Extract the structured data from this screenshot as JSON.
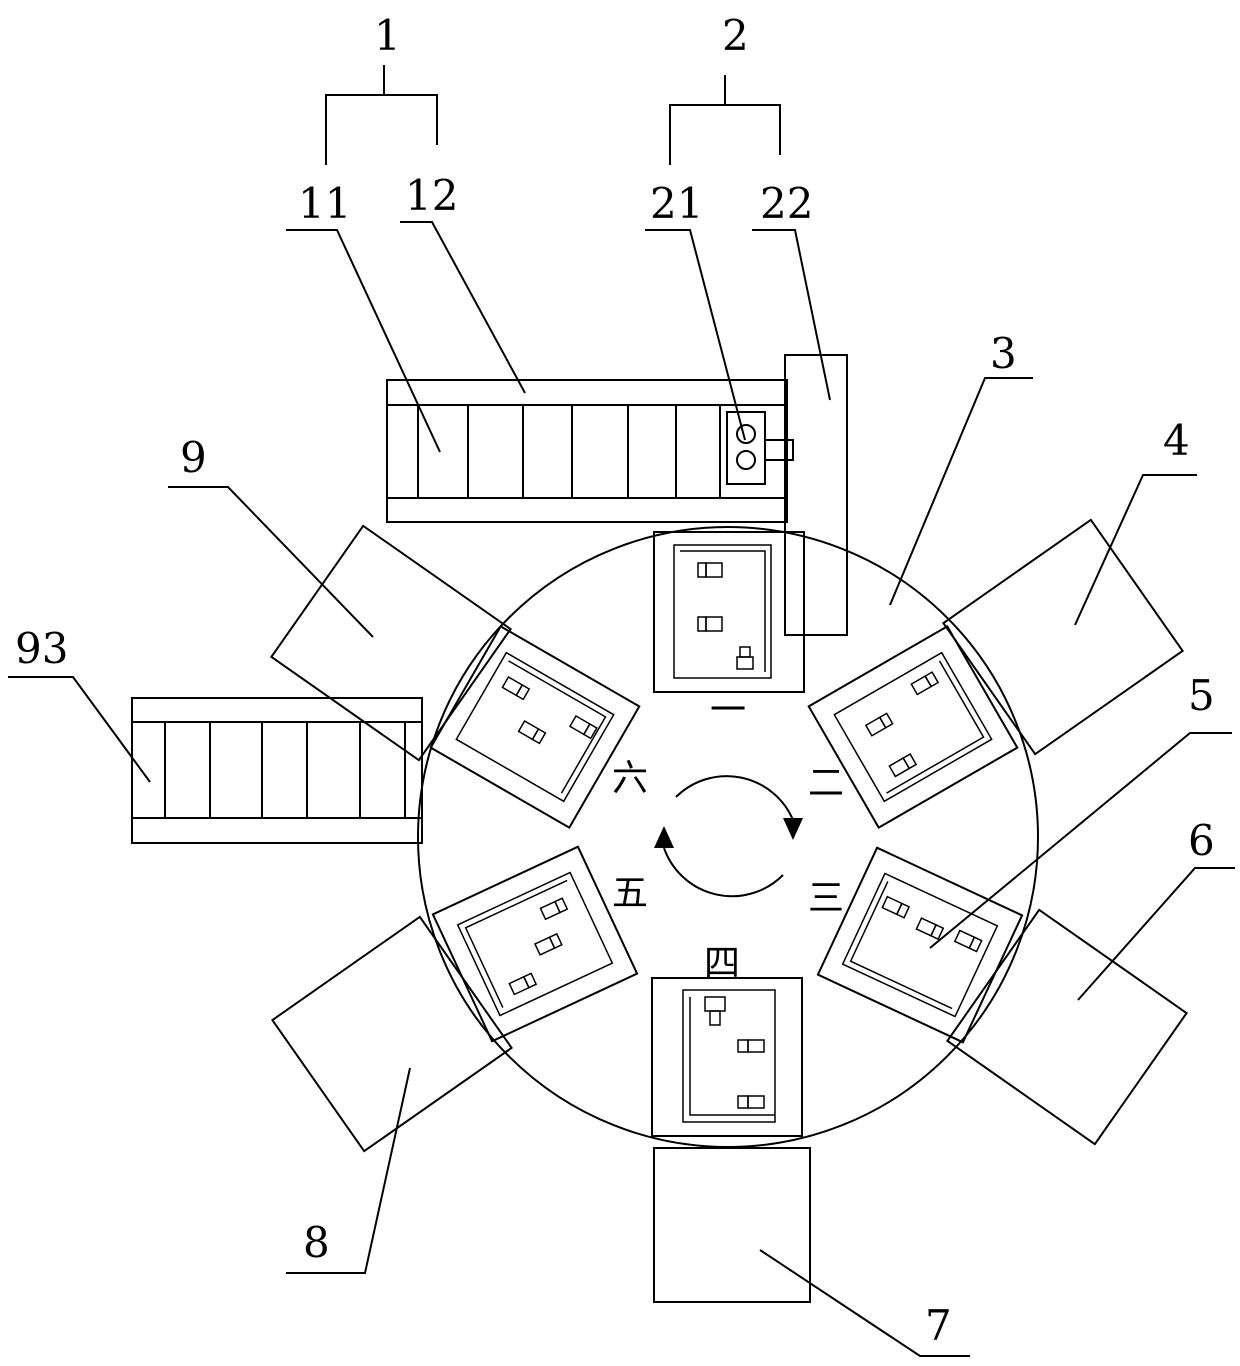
{
  "labels": {
    "l1": "1",
    "l2": "2",
    "l11": "11",
    "l12": "12",
    "l21": "21",
    "l22": "22",
    "l3": "3",
    "l4": "4",
    "l5": "5",
    "l6": "6",
    "l7": "7",
    "l8": "8",
    "l9": "9",
    "l93": "93"
  },
  "stations": {
    "s1": "一",
    "s2": "二",
    "s3": "三",
    "s4": "四",
    "s5": "五",
    "s6": "六"
  }
}
